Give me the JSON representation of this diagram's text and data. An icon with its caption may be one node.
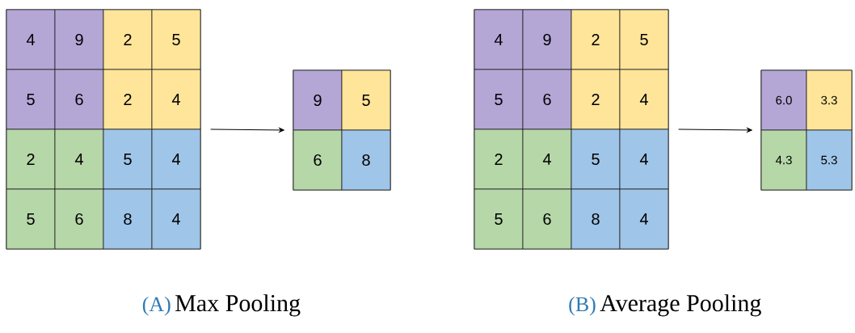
{
  "diagram": {
    "nodes": [
      {
        "text": [],
        "shape": "box"
      },
      {
        "text": [
          "4"
        ],
        "in": 0
      },
      {
        "text": [
          "9"
        ],
        "in": 0
      },
      {
        "text": [
          "2"
        ],
        "in": 0
      },
      {
        "text": [
          "5"
        ],
        "in": 0
      },
      {
        "text": [
          "5"
        ],
        "in": 0
      },
      {
        "text": [
          "6"
        ],
        "in": 0
      },
      {
        "text": [
          "2"
        ],
        "in": 0
      },
      {
        "text": [
          "4"
        ],
        "in": 0
      },
      {
        "text": [
          "2"
        ],
        "in": 0
      },
      {
        "text": [
          "4"
        ],
        "in": 0
      },
      {
        "text": [
          "5"
        ],
        "in": 0
      },
      {
        "text": [
          "4"
        ],
        "in": 0
      },
      {
        "text": [
          "5"
        ],
        "in": 0
      },
      {
        "text": [
          "6"
        ],
        "in": 0
      },
      {
        "text": [
          "8"
        ],
        "in": 0
      },
      {
        "text": [
          "4"
        ],
        "in": 0
      },
      {
        "text": [],
        "shape": "box"
      },
      {
        "text": [
          "9"
        ],
        "in": 17
      },
      {
        "text": [
          "5"
        ],
        "in": 17
      },
      {
        "text": [
          "6"
        ],
        "in": 17
      },
      {
        "text": [
          "8"
        ],
        "in": 17
      },
      {
        "text": [],
        "shape": "box"
      },
      {
        "text": [
          "4"
        ],
        "in": 22
      },
      {
        "text": [
          "9"
        ],
        "in": 22
      },
      {
        "text": [
          "2"
        ],
        "in": 22
      },
      {
        "text": [
          "5"
        ],
        "in": 22
      },
      {
        "text": [
          "5"
        ],
        "in": 22
      },
      {
        "text": [
          "6"
        ],
        "in": 22
      },
      {
        "text": [
          "2"
        ],
        "in": 22
      },
      {
        "text": [
          "4"
        ],
        "in": 22
      },
      {
        "text": [
          "2"
        ],
        "in": 22
      },
      {
        "text": [
          "4"
        ],
        "in": 22
      },
      {
        "text": [
          "5"
        ],
        "in": 22
      },
      {
        "text": [
          "4"
        ],
        "in": 22
      },
      {
        "text": [
          "5"
        ],
        "in": 22
      },
      {
        "text": [
          "6"
        ],
        "in": 22
      },
      {
        "text": [
          "8"
        ],
        "in": 22
      },
      {
        "text": [
          "4"
        ],
        "in": 22
      },
      {
        "text": [],
        "shape": "box"
      },
      {
        "text": [
          "6.0"
        ],
        "in": 39
      },
      {
        "text": [
          "3.3"
        ],
        "in": 39
      },
      {
        "text": [
          "4.3"
        ],
        "in": 39
      },
      {
        "text": [
          "5.3"
        ],
        "in": 39
      }
    ],
    "edges": [
      {
        "from": 0,
        "to": 17,
        "arrow": "to"
      },
      {
        "from": 22,
        "to": 39,
        "arrow": "to"
      }
    ],
    "labels": [
      "(A)",
      "Max Pooling",
      "(B)",
      "Average Pooling"
    ]
  }
}
